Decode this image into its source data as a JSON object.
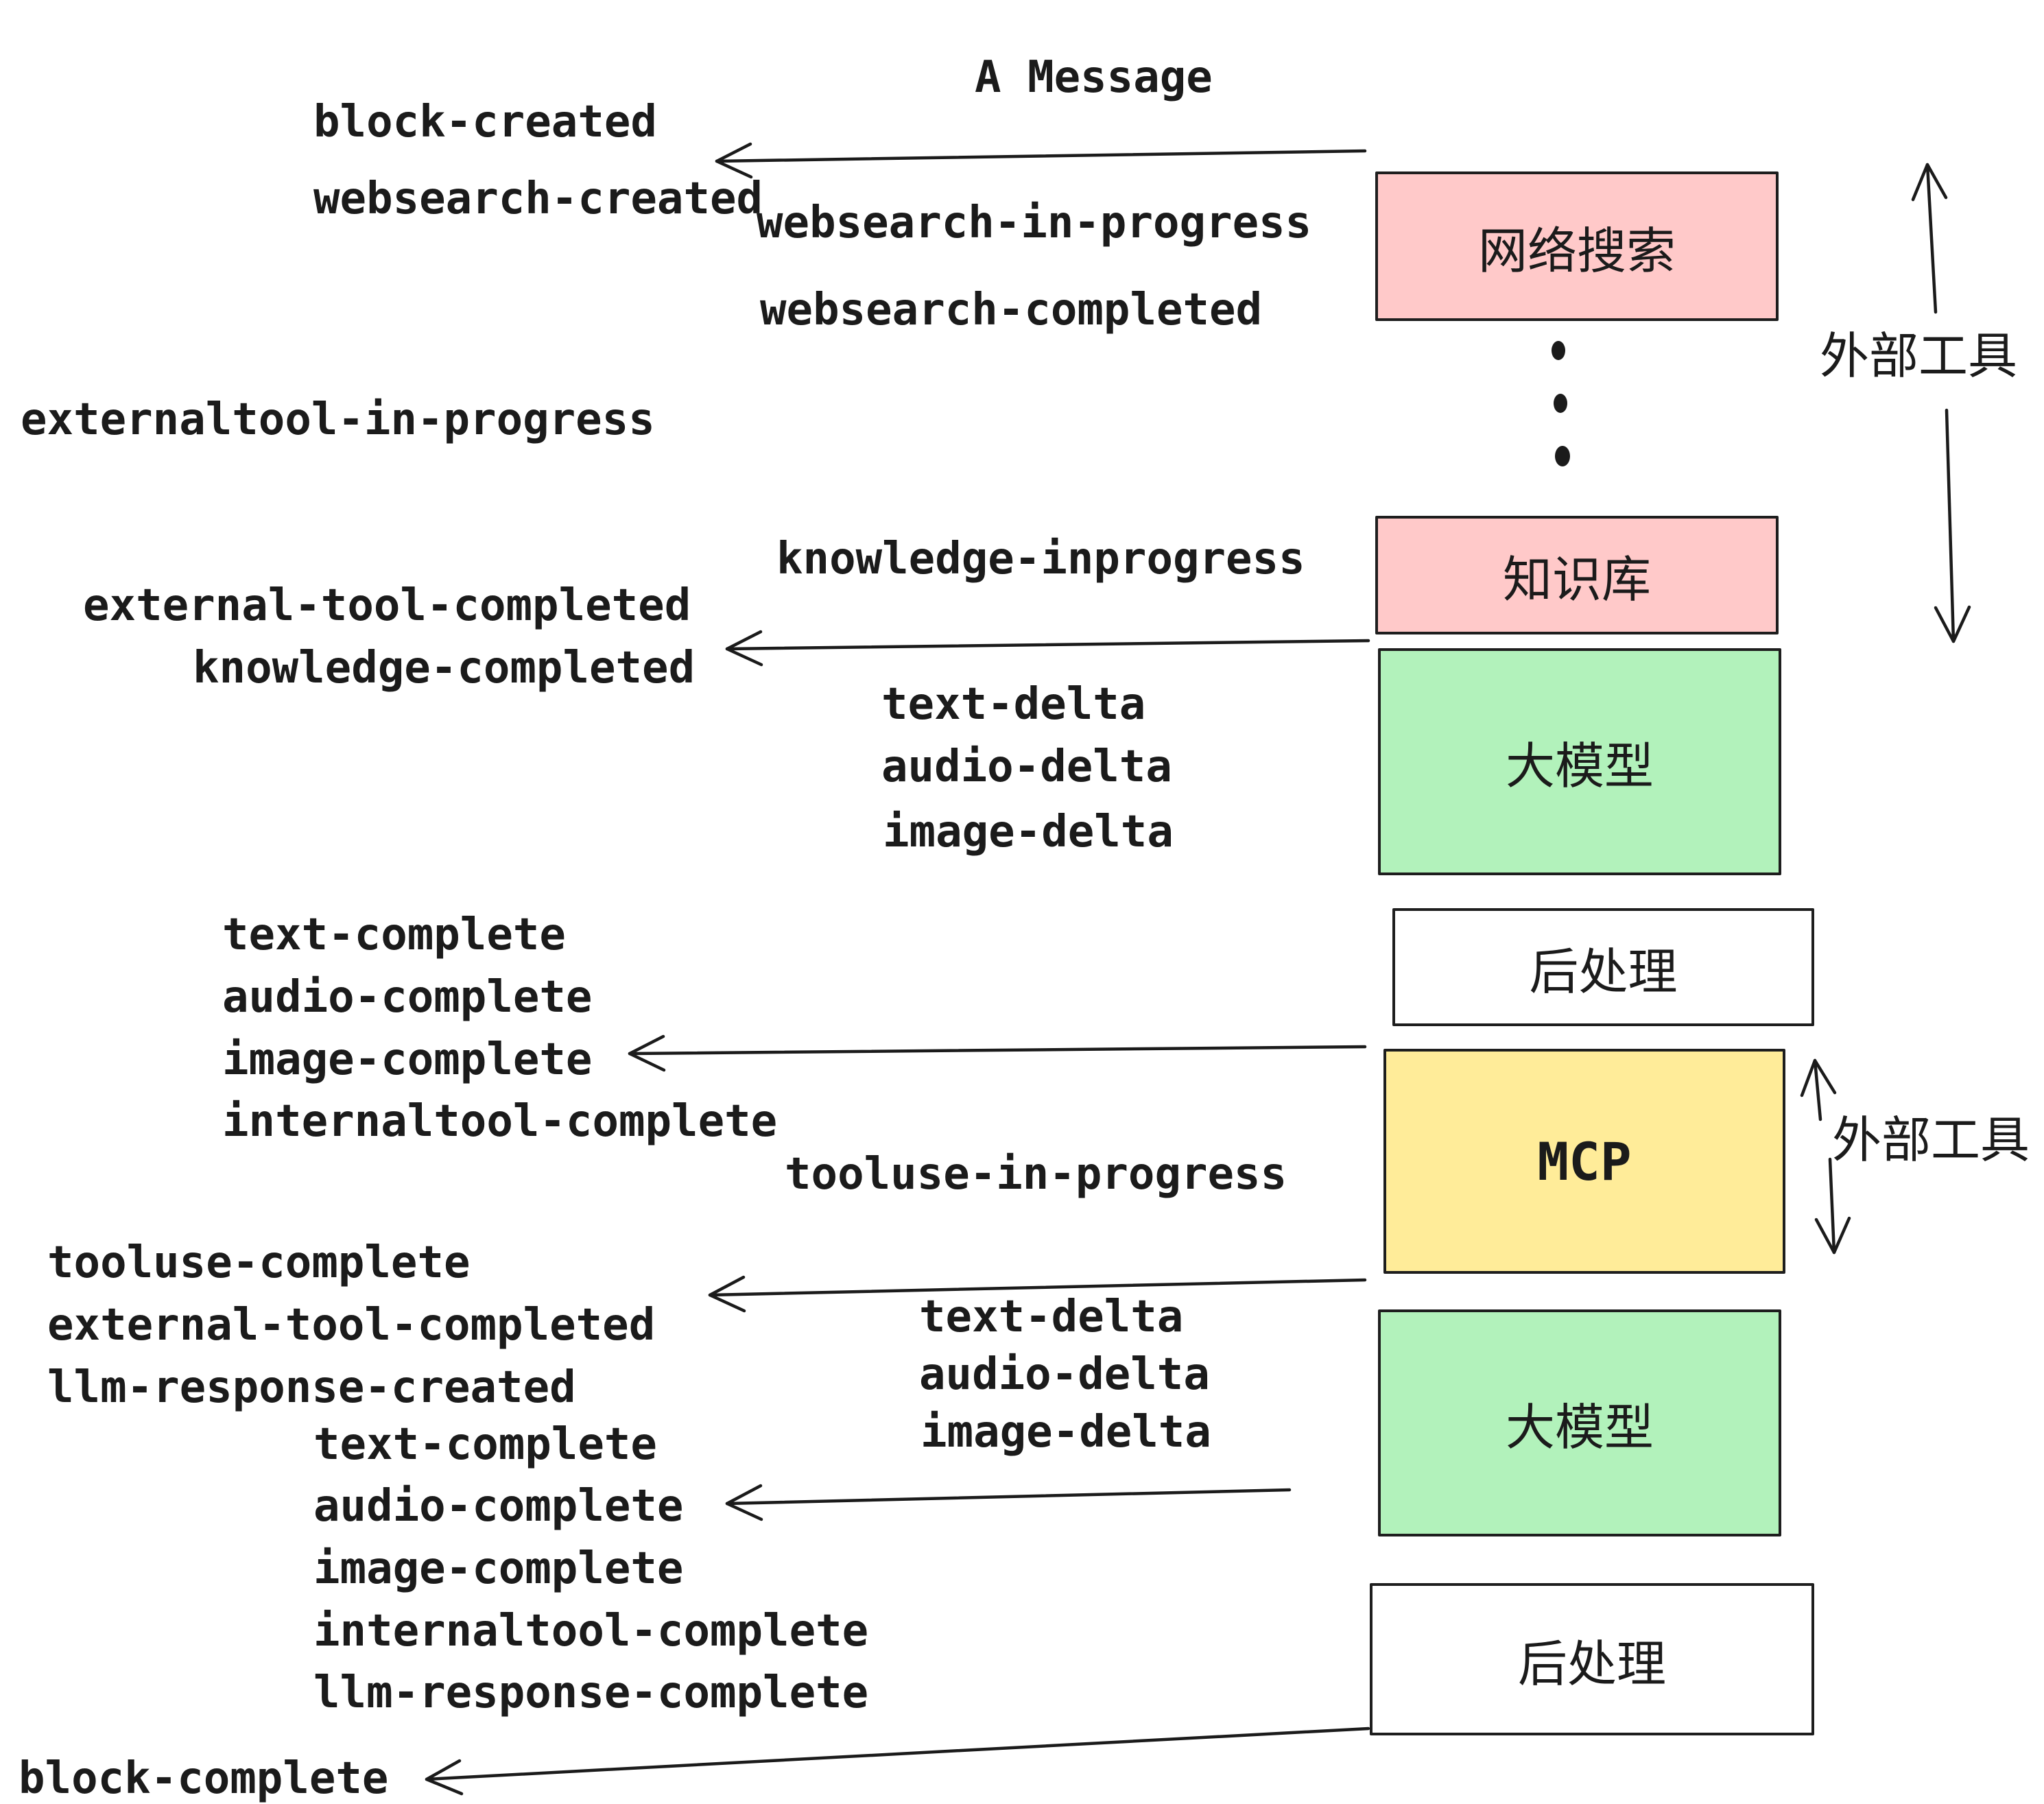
{
  "title": "A Message",
  "colors": {
    "pink": "#FFC9C9",
    "green": "#B2F2BB",
    "yellow": "#FFEC99",
    "white": "#FFFFFF",
    "ink": "#1B1B1B"
  },
  "boxes": {
    "websearch": "网络搜索",
    "knowledge": "知识库",
    "llm": "大模型",
    "post": "后处理",
    "mcp": "MCP"
  },
  "annotations": {
    "external_tools": "外部工具"
  },
  "events": {
    "block_created": "block-created",
    "websearch_created": "websearch-created",
    "websearch_in_progress": "websearch-in-progress",
    "websearch_completed": "websearch-completed",
    "externaltool_in_progress": "externaltool-in-progress",
    "knowledge_inprogress": "knowledge-inprogress",
    "external_tool_completed": "external-tool-completed",
    "knowledge_completed": "knowledge-completed",
    "text_delta": "text-delta",
    "audio_delta": "audio-delta",
    "image_delta": "image-delta",
    "text_complete": "text-complete",
    "audio_complete": "audio-complete",
    "image_complete": "image-complete",
    "internaltool_complete": "internaltool-complete",
    "tooluse_in_progress": "tooluse-in-progress",
    "tooluse_complete": "tooluse-complete",
    "llm_response_created": "llm-response-created",
    "llm_response_complete": "llm-response-complete",
    "block_complete": "block-complete"
  }
}
